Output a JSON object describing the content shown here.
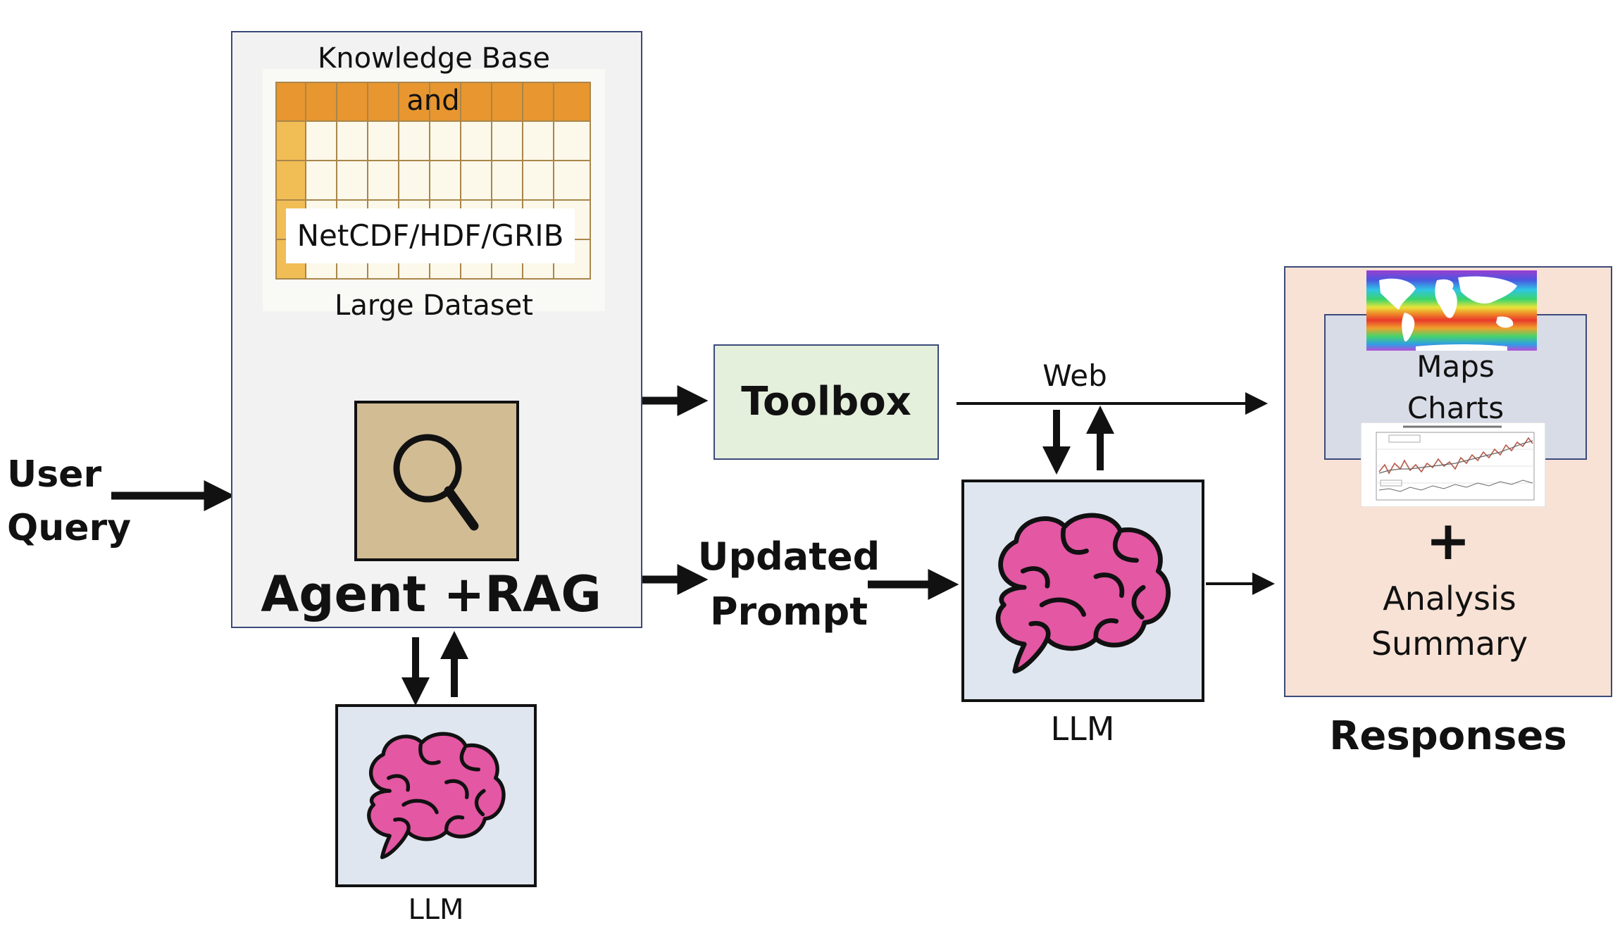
{
  "user_query": {
    "line1": "User",
    "line2": "Query"
  },
  "agent_panel": {
    "kb_line1": "Knowledge Base",
    "kb_line2": "and",
    "formats": "NetCDF/HDF/GRIB",
    "dataset": "Large Dataset",
    "agent_label": "Agent +RAG",
    "search_icon": "magnifying-glass-icon"
  },
  "llm_bottom": {
    "label": "LLM",
    "icon": "brain-icon"
  },
  "toolbox": {
    "label": "Toolbox"
  },
  "updated_prompt": {
    "line1": "Updated",
    "line2": "Prompt"
  },
  "web": {
    "label": "Web"
  },
  "llm_main": {
    "label": "LLM",
    "icon": "brain-icon"
  },
  "responses": {
    "maps": "Maps",
    "charts": "Charts",
    "plus": "+",
    "analysis": "Analysis",
    "summary": "Summary",
    "title": "Responses"
  },
  "colors": {
    "agent_panel_bg": "#f2f2f2",
    "agent_panel_border": "#3b4a7a",
    "kb_header": "#e8962f",
    "kb_cell": "#fcf8ea",
    "search_box": "#d2bc94",
    "llm_box": "#dfe6f0",
    "toolbox_bg": "#e4efdc",
    "responses_bg": "#f8e2d5",
    "brain": "#e357a3"
  }
}
